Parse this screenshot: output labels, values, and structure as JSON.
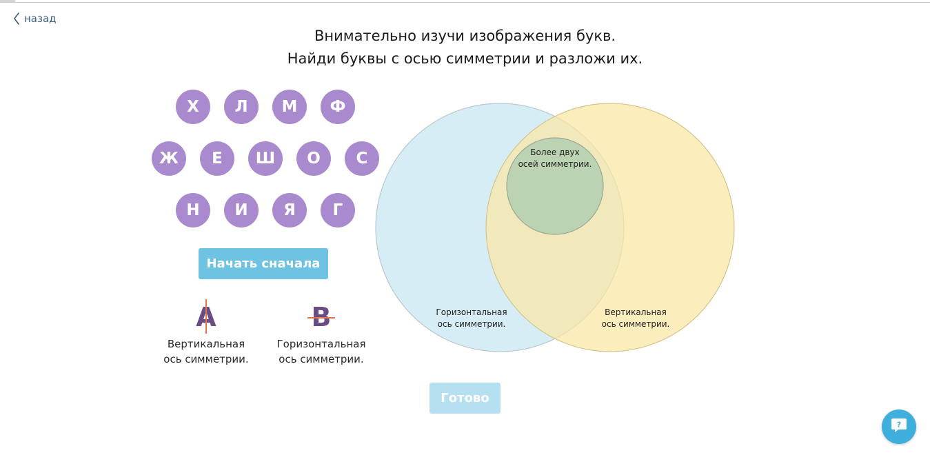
{
  "nav": {
    "back_label": "назад"
  },
  "instruction": {
    "line1": "Внимательно изучи изображения букв.",
    "line2": "Найди буквы с осью симметрии и разложи их."
  },
  "letters": {
    "row1": [
      "Х",
      "Л",
      "М",
      "Ф"
    ],
    "row2": [
      "Ж",
      "Е",
      "Ш",
      "О",
      "С"
    ],
    "row3": [
      "Н",
      "И",
      "Я",
      "Г"
    ]
  },
  "buttons": {
    "restart_label": "Начать сначала",
    "done_label": "Готово"
  },
  "examples": {
    "vertical": {
      "letter": "А",
      "line1": "Вертикальная",
      "line2": "ось симметрии."
    },
    "horizontal": {
      "letter": "В",
      "line1": "Горизонтальная",
      "line2": "ось симметрии."
    }
  },
  "venn": {
    "horizontal_zone": {
      "line1": "Горизонтальная",
      "line2": "ось симметрии."
    },
    "vertical_zone": {
      "line1": "Вертикальная",
      "line2": "ось симметрии."
    },
    "multi_zone": {
      "line1": "Более двух",
      "line2": "осей симметрии."
    }
  },
  "colors": {
    "letter_tile": "#a98ace",
    "restart_button": "#6ec3e3",
    "done_button_disabled": "#b5e0f1",
    "horizontal_circle": "#d5ecf6",
    "vertical_circle": "#fbe6a4",
    "multi_circle": "#b5d0b2",
    "axis_line": "#e0764a",
    "help_button": "#3eaedd"
  },
  "icons": {
    "back": "chevron-left-icon",
    "help": "question-bubble-icon"
  }
}
